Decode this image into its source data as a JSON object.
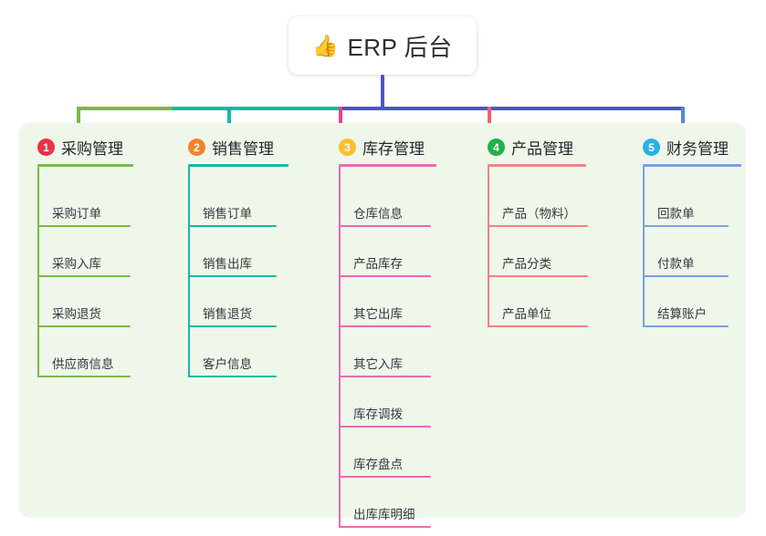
{
  "diagram": {
    "root": {
      "emoji": "👍",
      "icon_name": "thumbs-up-icon",
      "label": "ERP 后台"
    },
    "panel_color": "#eef7ea",
    "stem_color": "#4a55c8",
    "columns": [
      {
        "number": "1",
        "title": "采购管理",
        "badge_color": "#e8334a",
        "line_color": "#7cb845",
        "items": [
          "采购订单",
          "采购入库",
          "采购退货",
          "供应商信息"
        ]
      },
      {
        "number": "2",
        "title": "销售管理",
        "badge_color": "#f5822e",
        "line_color": "#15b9a6",
        "items": [
          "销售订单",
          "销售出库",
          "销售退货",
          "客户信息"
        ]
      },
      {
        "number": "3",
        "title": "库存管理",
        "badge_color": "#fbc02d",
        "line_color": "#e86bb0",
        "items": [
          "仓库信息",
          "产品库存",
          "其它出库",
          "其它入库",
          "库存调拨",
          "库存盘点",
          "出库库明细"
        ]
      },
      {
        "number": "4",
        "title": "产品管理",
        "badge_color": "#22b14c",
        "line_color": "#f2827f",
        "items": [
          "产品（物料）",
          "产品分类",
          "产品单位"
        ]
      },
      {
        "number": "5",
        "title": "财务管理",
        "badge_color": "#29b0e8",
        "line_color": "#7d9fe0",
        "items": [
          "回款单",
          "付款单",
          "结算账户"
        ]
      }
    ]
  }
}
